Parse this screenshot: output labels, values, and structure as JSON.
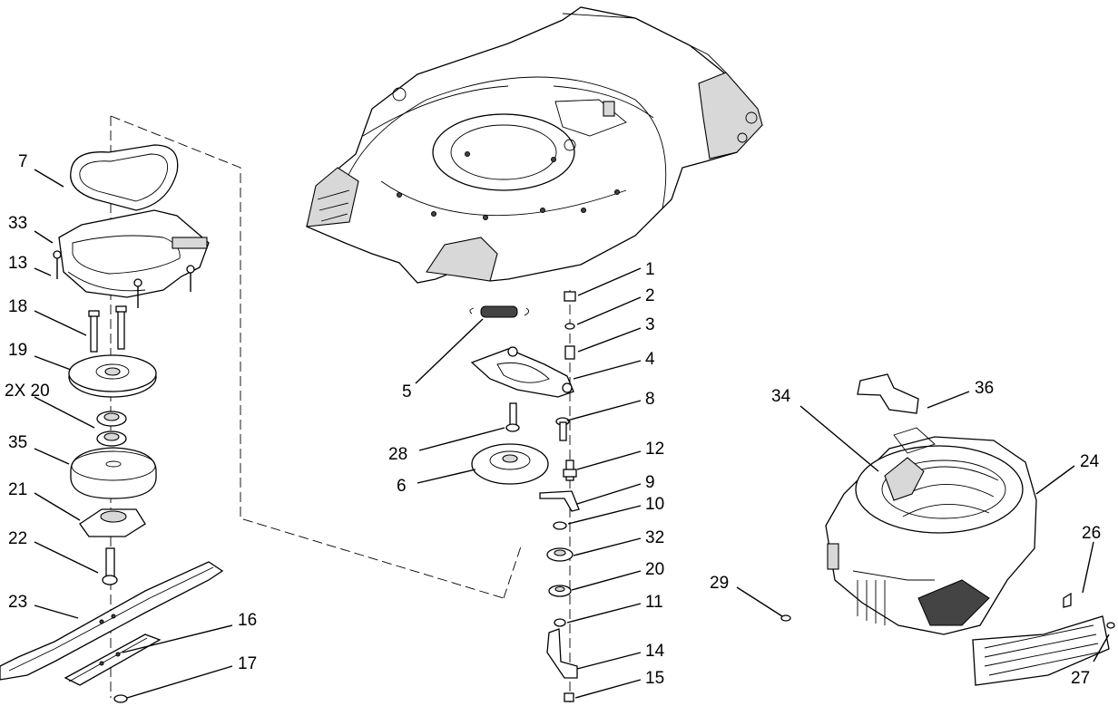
{
  "diagram": {
    "callouts": [
      {
        "id": "c7",
        "text": "7"
      },
      {
        "id": "c33",
        "text": "33"
      },
      {
        "id": "c13",
        "text": "13"
      },
      {
        "id": "c18",
        "text": "18"
      },
      {
        "id": "c19",
        "text": "19"
      },
      {
        "id": "c2x20",
        "text": "2X 20"
      },
      {
        "id": "c35",
        "text": "35"
      },
      {
        "id": "c21",
        "text": "21"
      },
      {
        "id": "c22",
        "text": "22"
      },
      {
        "id": "c23",
        "text": "23"
      },
      {
        "id": "c16",
        "text": "16"
      },
      {
        "id": "c17",
        "text": "17"
      },
      {
        "id": "c1",
        "text": "1"
      },
      {
        "id": "c2",
        "text": "2"
      },
      {
        "id": "c3",
        "text": "3"
      },
      {
        "id": "c4",
        "text": "4"
      },
      {
        "id": "c5",
        "text": "5"
      },
      {
        "id": "c8",
        "text": "8"
      },
      {
        "id": "c28",
        "text": "28"
      },
      {
        "id": "c12",
        "text": "12"
      },
      {
        "id": "c6",
        "text": "6"
      },
      {
        "id": "c9",
        "text": "9"
      },
      {
        "id": "c10",
        "text": "10"
      },
      {
        "id": "c32",
        "text": "32"
      },
      {
        "id": "c20",
        "text": "20"
      },
      {
        "id": "c11",
        "text": "11"
      },
      {
        "id": "c14",
        "text": "14"
      },
      {
        "id": "c15",
        "text": "15"
      },
      {
        "id": "c34",
        "text": "34"
      },
      {
        "id": "c36",
        "text": "36"
      },
      {
        "id": "c24",
        "text": "24"
      },
      {
        "id": "c26",
        "text": "26"
      },
      {
        "id": "c29",
        "text": "29"
      },
      {
        "id": "c27",
        "text": "27"
      }
    ]
  }
}
